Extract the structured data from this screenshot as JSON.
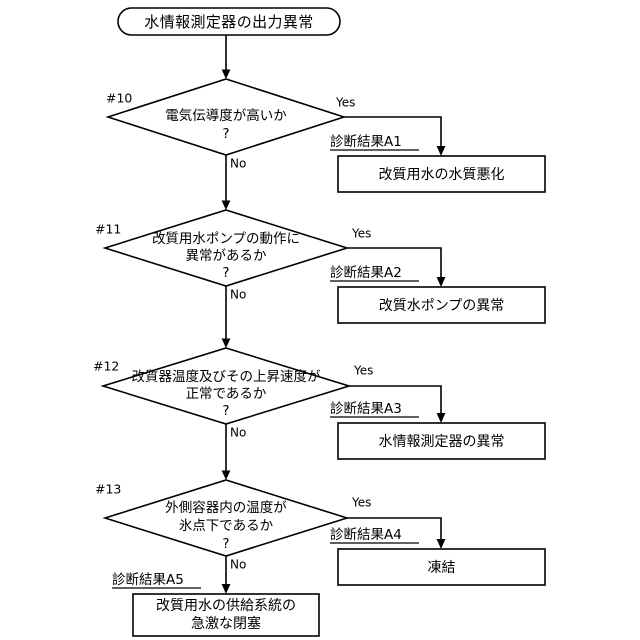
{
  "diagram": {
    "type": "flowchart",
    "title_terminal": "水情報測定器の出力異常",
    "yes_label": "Yes",
    "no_label": "No",
    "question_mark": "?",
    "colors": {
      "line": "#000000",
      "background": "#ffffff",
      "text": "#000000"
    },
    "steps": [
      {
        "step_id": "#10",
        "question_line1": "電気伝導度が高いか",
        "question_line2": "?",
        "yes": "Yes",
        "no": "No",
        "result_caption": "診断結果A1",
        "result_line1": "改質用水の水質悪化",
        "result_line2": ""
      },
      {
        "step_id": "#11",
        "question_line1": "改質用水ポンプの動作に",
        "question_line2": "異常があるか",
        "question_line3": "?",
        "yes": "Yes",
        "no": "No",
        "result_caption": "診断結果A2",
        "result_line1": "改質水ポンプの異常",
        "result_line2": ""
      },
      {
        "step_id": "#12",
        "question_line1": "改質器温度及びその上昇速度が",
        "question_line2": "正常であるか",
        "question_line3": "?",
        "yes": "Yes",
        "no": "No",
        "result_caption": "診断結果A3",
        "result_line1": "水情報測定器の異常",
        "result_line2": ""
      },
      {
        "step_id": "#13",
        "question_line1": "外側容器内の温度が",
        "question_line2": "氷点下であるか",
        "question_line3": "?",
        "yes": "Yes",
        "no": "No",
        "result_caption": "診断結果A4",
        "result_line1": "凍結",
        "result_line2": ""
      }
    ],
    "final_result": {
      "caption": "診断結果A5",
      "line1": "改質用水の供給系統の",
      "line2": "急激な閉塞"
    }
  }
}
